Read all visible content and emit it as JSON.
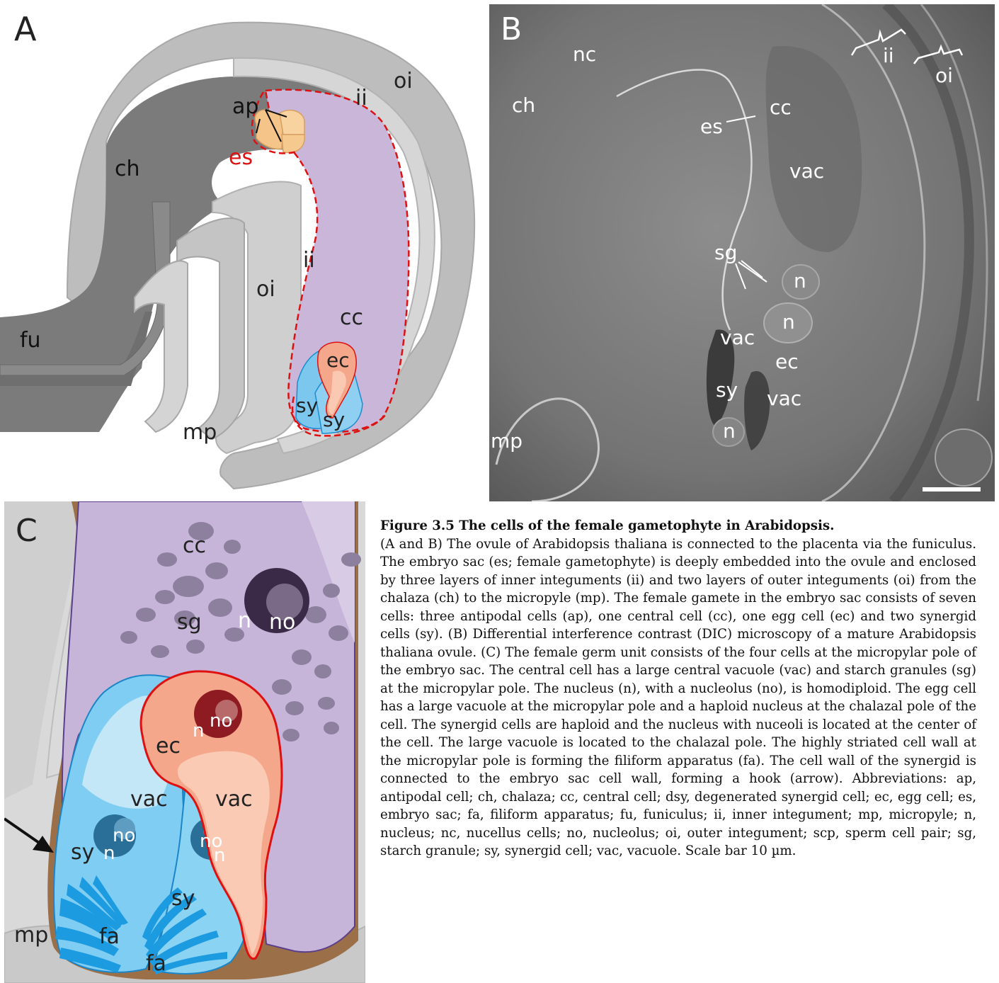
{
  "panel_a": {
    "letter": "A",
    "labels": {
      "oi_top": "oi",
      "ii_top": "ii",
      "ap": "ap",
      "es": "es",
      "ch": "ch",
      "ii_inner": "ii",
      "oi_inner": "oi",
      "cc": "cc",
      "fu": "fu",
      "ec": "ec",
      "sy1": "sy",
      "sy2": "sy",
      "mp": "mp"
    }
  },
  "panel_b": {
    "letter": "B",
    "labels": {
      "nc": "nc",
      "ch": "ch",
      "es": "es",
      "cc": "cc",
      "ii": "ii",
      "oi": "oi",
      "vac_top": "vac",
      "sg": "sg",
      "n1": "n",
      "n2": "n",
      "vac_left": "vac",
      "ec": "ec",
      "sy": "sy",
      "vac_right": "vac",
      "n3": "n",
      "mp": "mp"
    }
  },
  "panel_c": {
    "letter": "C",
    "labels": {
      "cc": "cc",
      "sg": "sg",
      "n_cc": "n",
      "no_cc": "no",
      "n_ec": "n",
      "no_ec": "no",
      "ec": "ec",
      "vac_sy": "vac",
      "vac_ec": "vac",
      "no_sy1": "no",
      "n_sy1": "n",
      "sy1": "sy",
      "no_sy2": "no",
      "n_sy2": "n",
      "sy2": "sy",
      "fa1": "fa",
      "fa2": "fa",
      "mp": "mp"
    }
  },
  "caption": {
    "title": "Figure 3.5 The cells of the female gametophyte in Arabidopsis.",
    "body": "(A and B) The ovule of Arabidopsis thaliana is connected to the placenta via the funiculus. The embryo sac (es; female gametophyte) is deeply embedded into the ovule and enclosed by three layers of inner integuments (ii) and two layers of outer integuments (oi) from the chalaza (ch) to the micropyle (mp). The female gamete in the embryo sac consists of seven cells: three antipodal cells (ap), one central cell (cc), one egg cell (ec) and two synergid cells (sy). (B) Differential interference contrast (DIC) microscopy of a mature Arabidopsis thaliana ovule. (C) The female germ unit consists of the four cells at the micropylar pole of the embryo sac. The central cell has a large central vacuole (vac) and starch granules (sg) at the micropylar pole. The nucleus (n), with a nucleolus (no), is homodiploid. The egg cell has a large vacuole at the micropylar pole and a haploid nucleus at the chalazal pole of the cell. The synergid cells are haploid and the nucleus with nuceoli is located at the center of the cell. The large vacuole is located to the chalazal pole. The highly striated cell wall at the micropylar pole is forming the filiform apparatus (fa). The cell wall of the synergid is connected to the embryo sac cell wall, forming a hook (arrow). Abbreviations: ap, antipodal cell; ch, chalaza; cc, central cell; dsy, degenerated synergid cell; ec, egg cell; es, embryo sac; fa, filiform apparatus; fu, funiculus; ii, inner integument; mp, micropyle; n, nucleus; nc, nucellus cells; no, nucleolus; oi, outer integument; scp, sperm cell pair; sg, starch granule; sy, synergid cell; vac, vacuole. Scale bar 10 µm."
  }
}
